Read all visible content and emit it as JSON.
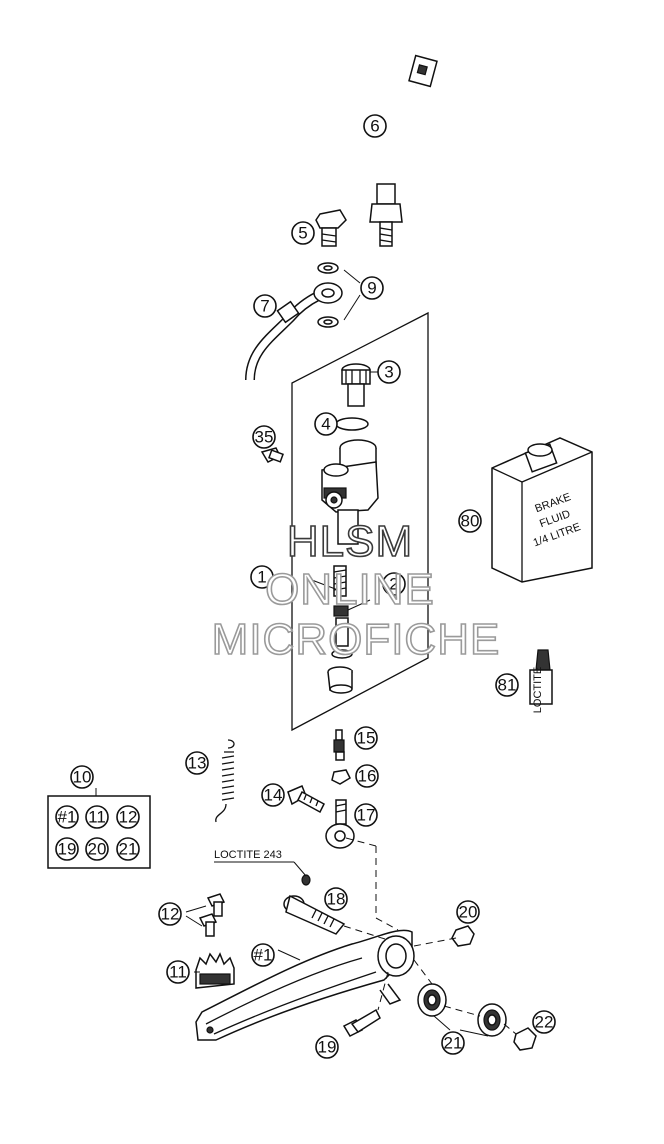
{
  "callouts": [
    {
      "label": "6"
    },
    {
      "label": "5"
    },
    {
      "label": "9"
    },
    {
      "label": "7"
    },
    {
      "label": "3"
    },
    {
      "label": "4"
    },
    {
      "label": "35"
    },
    {
      "label": "80"
    },
    {
      "label": "1"
    },
    {
      "label": "2"
    },
    {
      "label": "81"
    },
    {
      "label": "13"
    },
    {
      "label": "15"
    },
    {
      "label": "16"
    },
    {
      "label": "14"
    },
    {
      "label": "17"
    },
    {
      "label": "10"
    },
    {
      "label": "#1"
    },
    {
      "label": "11"
    },
    {
      "label": "12"
    },
    {
      "label": "19"
    },
    {
      "label": "20"
    },
    {
      "label": "21"
    },
    {
      "label": "18"
    },
    {
      "label": "12"
    },
    {
      "label": "20"
    },
    {
      "label": "11"
    },
    {
      "label": "#1"
    },
    {
      "label": "21"
    },
    {
      "label": "22"
    },
    {
      "label": "19"
    }
  ],
  "loctite_label": "LOCTITE 243",
  "brake_fluid_can": {
    "line1": "BRAKE",
    "line2": "FLUID",
    "line3": "1/4 LITRE"
  },
  "tube_label": "LOCTITE",
  "watermark": {
    "line1": "HLSM",
    "line2": "ONLINE",
    "line3": "MICROFICHE"
  }
}
